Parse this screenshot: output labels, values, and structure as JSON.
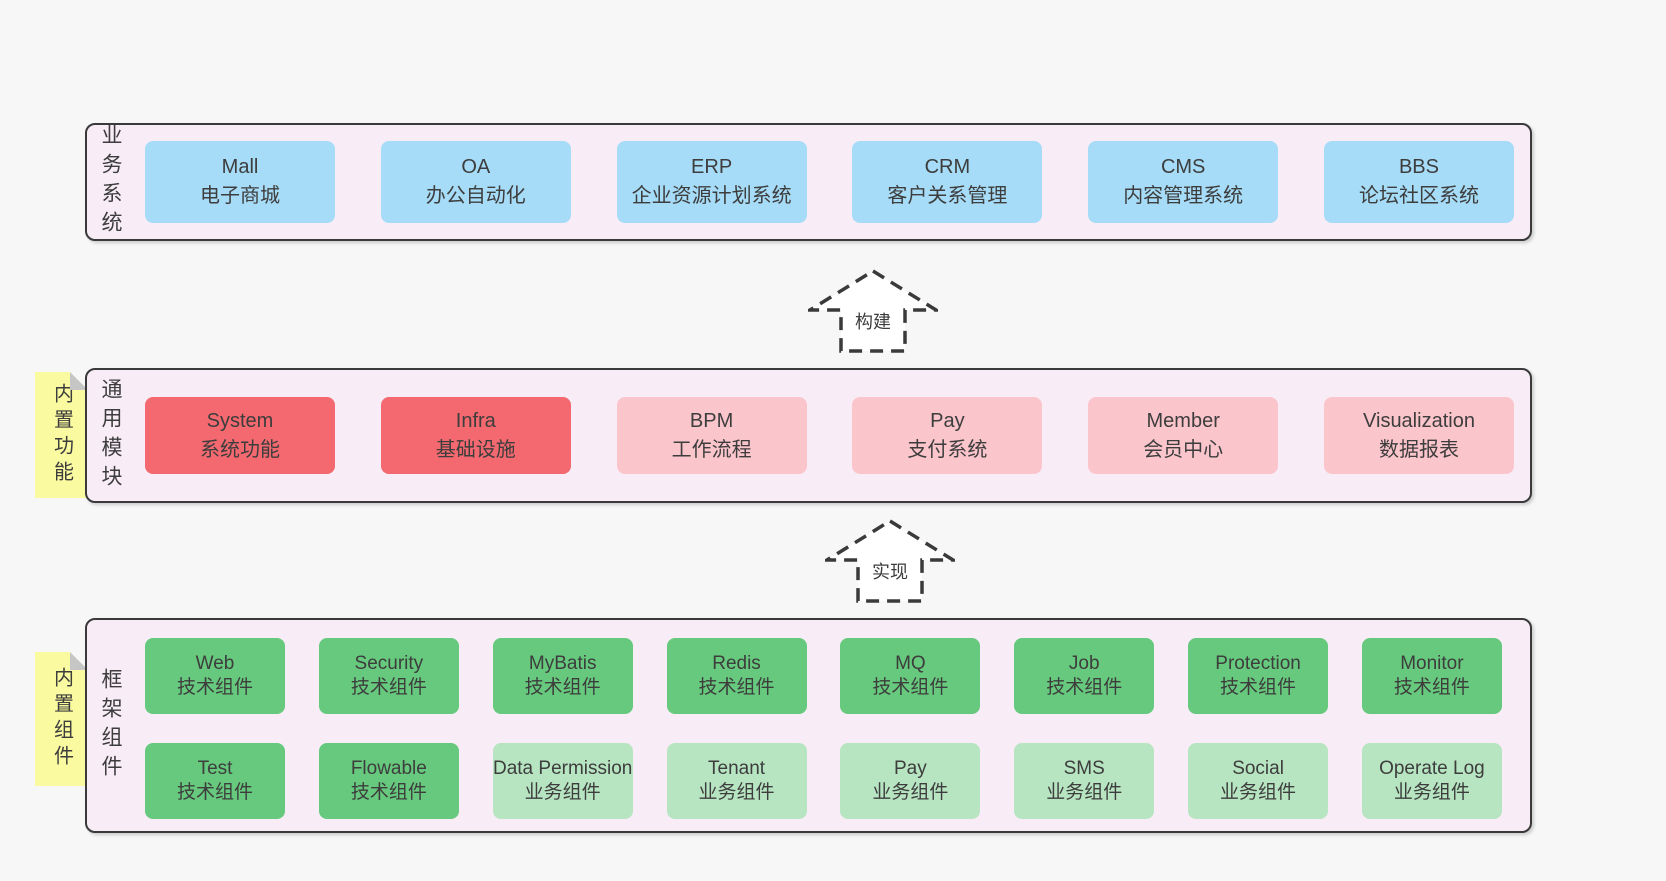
{
  "colors": {
    "page_bg": "#f7f7f7",
    "band_bg": "#f8edf6",
    "band_border": "#3a3a3a",
    "blue_box": "#a6dcf7",
    "red_box": "#f4696f",
    "pink_box": "#fbc5cc",
    "green_box": "#66c97d",
    "light_green_box": "#b7e5c1",
    "sticky_note": "#fafaa0",
    "text": "#3d3d3d"
  },
  "band1": {
    "label": "业务系统",
    "boxes": [
      {
        "t": "Mall",
        "s": "电子商城"
      },
      {
        "t": "OA",
        "s": "办公自动化"
      },
      {
        "t": "ERP",
        "s": "企业资源计划系统"
      },
      {
        "t": "CRM",
        "s": "客户关系管理"
      },
      {
        "t": "CMS",
        "s": "内容管理系统"
      },
      {
        "t": "BBS",
        "s": "论坛社区系统"
      }
    ]
  },
  "arrow1": {
    "label": "构建"
  },
  "band2": {
    "label": "通用模块",
    "note": "内置功能",
    "boxes": [
      {
        "t": "System",
        "s": "系统功能"
      },
      {
        "t": "Infra",
        "s": "基础设施"
      },
      {
        "t": "BPM",
        "s": "工作流程"
      },
      {
        "t": "Pay",
        "s": "支付系统"
      },
      {
        "t": "Member",
        "s": "会员中心"
      },
      {
        "t": "Visualization",
        "s": "数据报表"
      }
    ]
  },
  "arrow2": {
    "label": "实现"
  },
  "band3": {
    "label": "框架组件",
    "note": "内置组件",
    "rows": [
      [
        {
          "t": "Web",
          "s": "技术组件"
        },
        {
          "t": "Security",
          "s": "技术组件"
        },
        {
          "t": "MyBatis",
          "s": "技术组件"
        },
        {
          "t": "Redis",
          "s": "技术组件"
        },
        {
          "t": "MQ",
          "s": "技术组件"
        },
        {
          "t": "Job",
          "s": "技术组件"
        },
        {
          "t": "Protection",
          "s": "技术组件"
        },
        {
          "t": "Monitor",
          "s": "技术组件"
        }
      ],
      [
        {
          "t": "Test",
          "s": "技术组件"
        },
        {
          "t": "Flowable",
          "s": "技术组件"
        },
        {
          "t": "Data Permission",
          "s": "业务组件"
        },
        {
          "t": "Tenant",
          "s": "业务组件"
        },
        {
          "t": "Pay",
          "s": "业务组件"
        },
        {
          "t": "SMS",
          "s": "业务组件"
        },
        {
          "t": "Social",
          "s": "业务组件"
        },
        {
          "t": "Operate Log",
          "s": "业务组件"
        }
      ]
    ]
  }
}
